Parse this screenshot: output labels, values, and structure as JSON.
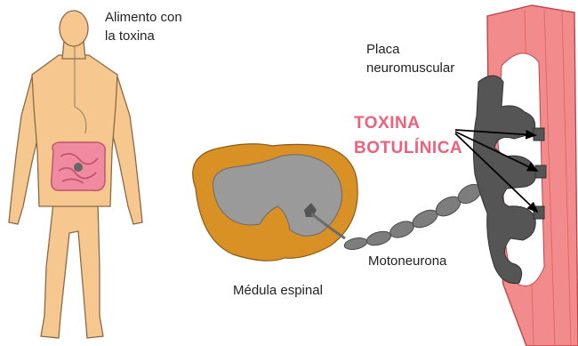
{
  "labels": {
    "food_line1": "Alimento con",
    "food_line2": "la toxina",
    "plate_line1": "Placa",
    "plate_line2": "neuromuscular",
    "toxin_line1": "TOXINA",
    "toxin_line2": "BOTULÍNICA",
    "motoneuron": "Motoneurona",
    "spinal_cord": "Médula espinal"
  },
  "colors": {
    "skin": "#f6c88f",
    "skin_outline": "#8a6a45",
    "intestine": "#f08aa0",
    "cord_outer": "#d99126",
    "cord_grey": "#9a9a9a",
    "neuron": "#7d7d7d",
    "muscle": "#f28b8b",
    "muscle_dark": "#d9534f",
    "terminal": "#555555",
    "toxin_text": "#f0607a"
  }
}
